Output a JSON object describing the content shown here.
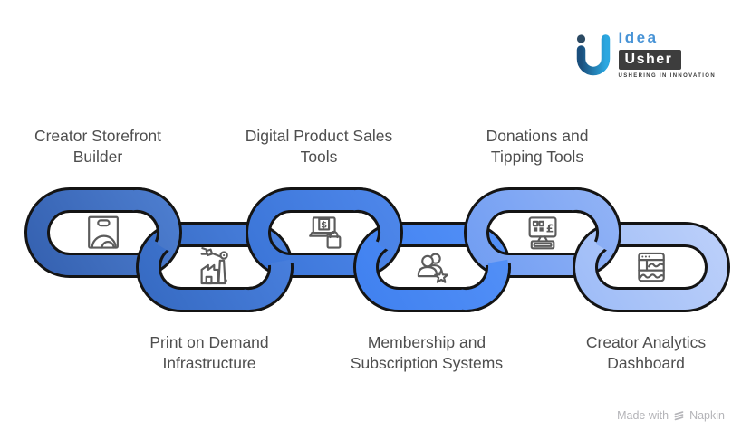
{
  "logo": {
    "brand_top": "Idea",
    "brand_bottom": "Usher",
    "tagline": "USHERING IN INNOVATION",
    "idea_color": "#4793d6",
    "usher_bg": "#3d3d3d",
    "mark_gradient_start": "#1a4f7d",
    "mark_gradient_end": "#2ba7e0",
    "mark_dot_color": "#2c4a63"
  },
  "chain": {
    "outline_color": "#141414",
    "icon_stroke": "#5b5b5b",
    "label_color": "#4e4e4e",
    "links": [
      {
        "label": "Creator Storefront Builder",
        "icon": "storefront-icon",
        "row": "top",
        "color_light": "#4f80d2",
        "color_dark": "#335fae"
      },
      {
        "label": "Print on Demand Infrastructure",
        "icon": "factory-robot-icon",
        "row": "bottom",
        "color_light": "#4a81e0",
        "color_dark": "#3569c0"
      },
      {
        "label": "Digital Product Sales Tools",
        "icon": "laptop-sales-icon",
        "row": "top",
        "color_light": "#4f88ec",
        "color_dark": "#3a74d6"
      },
      {
        "label": "Membership and Subscription Systems",
        "icon": "members-star-icon",
        "row": "bottom",
        "color_light": "#5491f8",
        "color_dark": "#3f80ef"
      },
      {
        "label": "Donations and Tipping Tools",
        "icon": "monitor-pound-icon",
        "row": "top",
        "color_light": "#93b4f6",
        "color_dark": "#6f9cf2"
      },
      {
        "label": "Creator Analytics Dashboard",
        "icon": "analytics-window-icon",
        "row": "bottom",
        "color_light": "#bed1fa",
        "color_dark": "#9cbbf7"
      }
    ]
  },
  "credit": {
    "text": "Made with",
    "brand": "Napkin"
  }
}
